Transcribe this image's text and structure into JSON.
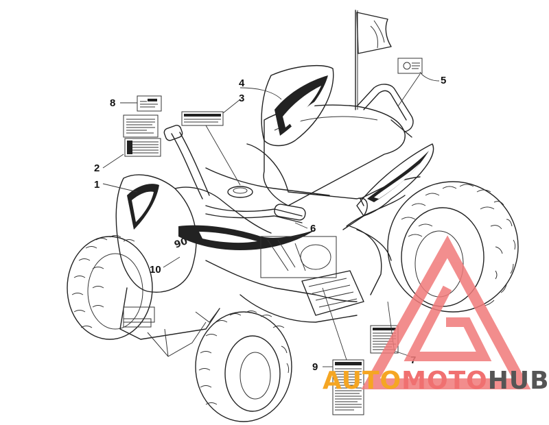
{
  "diagram": {
    "callouts": [
      {
        "id": "c1",
        "label": "1"
      },
      {
        "id": "c2",
        "label": "2"
      },
      {
        "id": "c3",
        "label": "3"
      },
      {
        "id": "c4",
        "label": "4"
      },
      {
        "id": "c5",
        "label": "5"
      },
      {
        "id": "c6",
        "label": "6"
      },
      {
        "id": "c7",
        "label": "7"
      },
      {
        "id": "c8",
        "label": "8"
      },
      {
        "id": "c9",
        "label": "9"
      },
      {
        "id": "c10",
        "label": "10"
      }
    ],
    "model_badge": "90"
  },
  "watermark": {
    "part_a": "AUTO",
    "part_b": "MOTO",
    "part_c": "HUB",
    "color_a": "#f5a623",
    "color_b": "#f07070",
    "color_c": "#555555",
    "triangle_color": "#f07a7a"
  }
}
